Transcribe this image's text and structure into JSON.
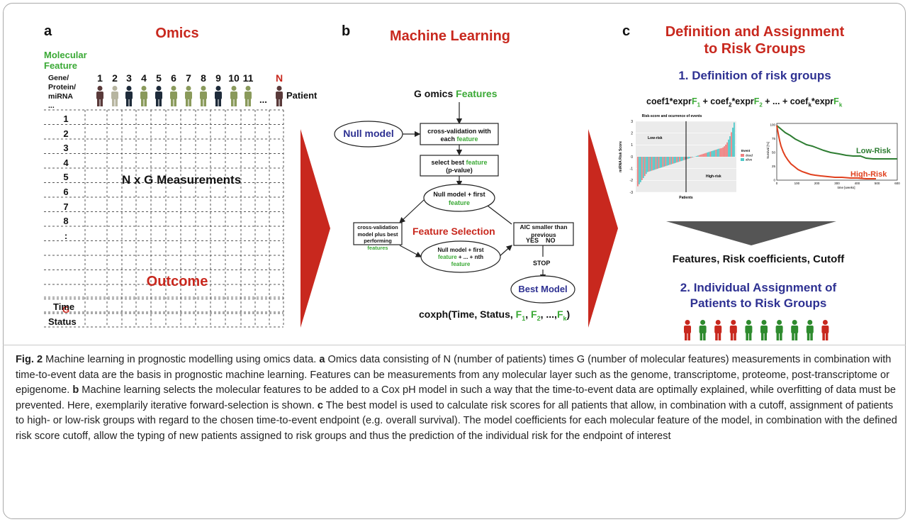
{
  "panel_a": {
    "letter": "a",
    "title": "Omics",
    "molecular_feature_line1": "Molecular",
    "molecular_feature_line2": "Feature",
    "gene_protein_line1": "Gene/",
    "gene_protein_line2": "Protein/",
    "gene_protein_line3": "miRNA",
    "gene_protein_line4": "...",
    "patient_label": "Patient",
    "patient_numbers": [
      "1",
      "2",
      "3",
      "4",
      "5",
      "6",
      "7",
      "8",
      "9",
      "10",
      "11"
    ],
    "patient_ellipsis": "...",
    "patient_last": "N",
    "row_labels": [
      "1",
      "2",
      "3",
      "4",
      "5",
      "6",
      "7",
      "8",
      ":"
    ],
    "row_last": "G",
    "measurements_label": "N x G Measurements",
    "outcome_title": "Outcome",
    "outcome_rows": [
      "Time",
      "Status"
    ]
  },
  "panel_b": {
    "letter": "b",
    "title": "Machine Learning",
    "g_omics_prefix": "G omics ",
    "g_omics_features": "Features",
    "null_model": "Null model",
    "cv_line1": "cross-validation with",
    "cv_line2_prefix": "each ",
    "cv_line2_feature": "feature",
    "select_line1_prefix": "select best ",
    "select_line1_feature": "feature",
    "select_line2": "(p-value)",
    "null_first_line1": "Null model + first",
    "null_first_line2": "feature",
    "feature_selection": "Feature Selection",
    "cvm_line1": "cross-validation",
    "cvm_line2": "model plus best",
    "cvm_line3_prefix": "performing ",
    "cvm_line3_features": "features",
    "nth_line1": "Null model + first",
    "nth_line2_feature": "feature",
    "nth_line2_rest": " + ... + nth",
    "nth_line3": "feature",
    "aic_line1": "AIC smaller than",
    "aic_line2": "previous",
    "yes": "YES",
    "no": "NO",
    "stop": "STOP",
    "best_model": "Best Model",
    "coxph_prefix": "coxph(Time, Status, ",
    "coxph_f1": "F",
    "coxph_s1": "1",
    "coxph_f2": "F",
    "coxph_s2": "2",
    "coxph_mid": ", ...,",
    "coxph_fk": "F",
    "coxph_sk": "k",
    "coxph_close": ")"
  },
  "panel_c": {
    "letter": "c",
    "title_line1": "Definition and Assignment",
    "title_line2": "to Risk Groups",
    "subtitle1": "1. Definition of risk groups",
    "formula_p1": "coef1*expr",
    "formula_f1": "F",
    "formula_s1": "1",
    "formula_p2": " + coef",
    "formula_c2": "2",
    "formula_p3": "*expr",
    "formula_f2": "F",
    "formula_s2": "2",
    "formula_p4": " + ... + coef",
    "formula_ck": "k",
    "formula_p5": "*expr",
    "formula_fk": "F",
    "formula_sk": "k",
    "features_line": "Features, Risk coefficients, Cutoff",
    "subtitle2_line1": "2. Individual Assignment of",
    "subtitle2_line2": "Patients to Risk Groups",
    "person_colors": [
      "#c8281e",
      "#2e8b2e",
      "#c8281e",
      "#c8281e",
      "#2e8b2e",
      "#2e8b2e",
      "#2e8b2e",
      "#2e8b2e",
      "#2e8b2e",
      "#c8281e"
    ]
  },
  "chart_data": [
    {
      "type": "bar",
      "title": "Risk-score and ocurrence of events",
      "xlabel": "Patients",
      "ylabel": "miRNA Risk Score",
      "ylim": [
        -3,
        3
      ],
      "yticks": [
        "3",
        "2",
        "1",
        "0",
        "-1",
        "-2",
        "-3"
      ],
      "annotations": [
        "Low-risk",
        "High-risk"
      ],
      "legend_title": "Event",
      "legend": [
        {
          "name": "dead",
          "color": "#f08080"
        },
        {
          "name": "alive",
          "color": "#4fc9c9"
        }
      ]
    },
    {
      "type": "line",
      "xlabel": "time [weeks]",
      "ylabel": "Survival [%]",
      "xticks": [
        "0",
        "100",
        "200",
        "300",
        "400",
        "500",
        "600"
      ],
      "yticks": [
        "100",
        "75",
        "50",
        "25",
        "0"
      ],
      "series": [
        {
          "name": "Low-Risk",
          "color": "#2e7d32"
        },
        {
          "name": "High-Risk",
          "color": "#e0401e"
        }
      ]
    }
  ],
  "caption": {
    "fig_label": "Fig. 2",
    "intro": "  Machine learning in prognostic modelling using omics data. ",
    "a": "a",
    "a_text": " Omics data consisting of N (number of patients) times G (number of molecular features) measurements in combination with time-to-event data are the basis in prognostic machine learning. Features can be measurements from any molecular layer such as the genome, transcriptome, proteome, post-transcriptome or epigenome. ",
    "b": "b",
    "b_text": " Machine learning selects the molecular features to be added to a Cox pH model in such a way that the time-to-event data are optimally explained, while overfitting of data must be prevented. Here, exemplarily iterative forward-selection is shown. ",
    "c": "c",
    "c_text": " The best model is used to calculate risk scores for all patients that allow, in combination with a cutoff, assignment of patients to high- or low-risk groups with regard to the chosen time-to-event endpoint (e.g. overall survival). The model coefficients for each molecular feature of the model, in combination with the defined risk score cutoff, allow the typing of new patients assigned to risk groups and thus the prediction of the individual risk for the endpoint of interest"
  }
}
